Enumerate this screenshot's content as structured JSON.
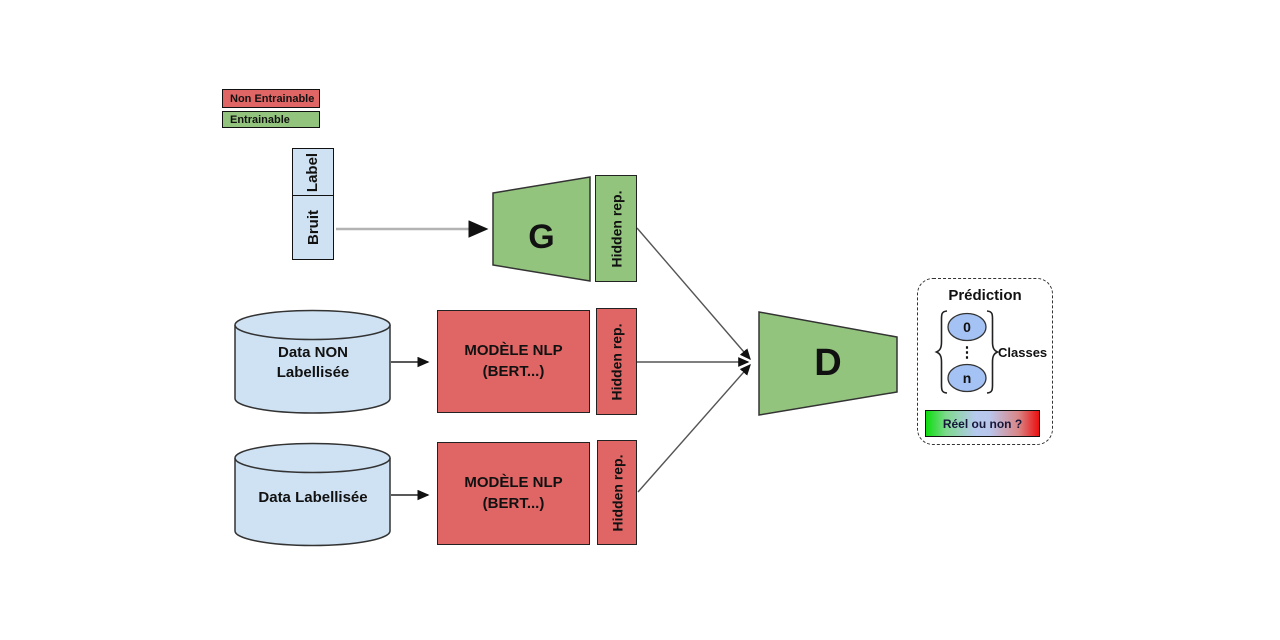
{
  "colors": {
    "non_trainable_red": "#e06666",
    "trainable_green": "#93c47d",
    "data_light_blue": "#cfe2f3",
    "class_node_blue": "#a4c2f4",
    "gradient_left_green": "#0ddc0d",
    "gradient_right_red": "#ec0f0f"
  },
  "legend": {
    "non_trainable": "Non Entrainable",
    "trainable": "Entrainable"
  },
  "noise_input": {
    "label": "Label",
    "noise": "Bruit"
  },
  "generator": {
    "label": "G",
    "hidden_rep": "Hidden rep."
  },
  "nlp_unlabeled": {
    "source": "Data NON\nLabellisée",
    "model": "MODÈLE NLP\n(BERT...)",
    "hidden_rep": "Hidden rep."
  },
  "nlp_labeled": {
    "source": "Data Labellisée",
    "model": "MODÈLE NLP\n(BERT...)",
    "hidden_rep": "Hidden rep."
  },
  "discriminator": {
    "label": "D"
  },
  "prediction": {
    "title": "Prédiction",
    "class_top": "0",
    "dots": "⋮",
    "class_bottom": "n",
    "classes_label": "Classes",
    "real_or_not": "Réel ou non ?"
  }
}
